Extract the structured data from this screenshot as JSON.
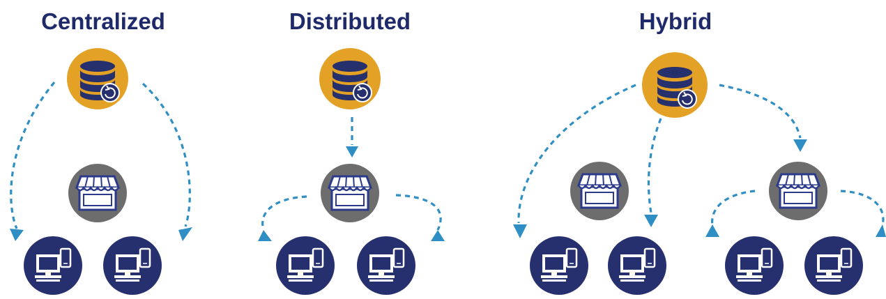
{
  "colors": {
    "title": "#1f2a6b",
    "database_circle": "#e3a126",
    "database_icon": "#25306d",
    "store_circle": "#6d6d6d",
    "store_icon": "#2b3a8a",
    "device_circle": "#27306e",
    "arrow": "#2f8fc4",
    "background": "#ffffff"
  },
  "sections": [
    {
      "title": "Centralized",
      "icons": [
        "database-icon",
        "store-icon",
        "computer-icon",
        "computer-icon"
      ]
    },
    {
      "title": "Distributed",
      "icons": [
        "database-icon",
        "store-icon",
        "computer-icon",
        "computer-icon"
      ]
    },
    {
      "title": "Hybrid",
      "icons": [
        "database-icon",
        "store-icon",
        "store-icon",
        "computer-icon",
        "computer-icon",
        "computer-icon",
        "computer-icon"
      ]
    }
  ]
}
